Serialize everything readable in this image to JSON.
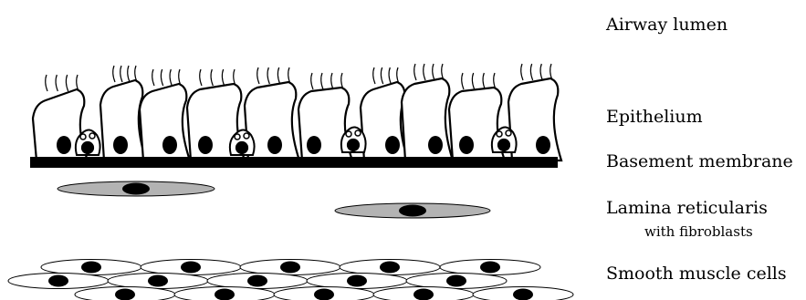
{
  "labels": {
    "airway_lumen": "Airway lumen",
    "epithelium": "Epithelium",
    "basement_membrane": "Basement membrane",
    "lamina_reticularis": "Lamina reticularis",
    "with_fibroblasts": "with fibroblasts",
    "smooth_muscle_cells": "Smooth muscle cells"
  },
  "colors": {
    "stroke": "#000000",
    "fibroblast_fill": "#b3b3b3",
    "background": "#ffffff"
  }
}
